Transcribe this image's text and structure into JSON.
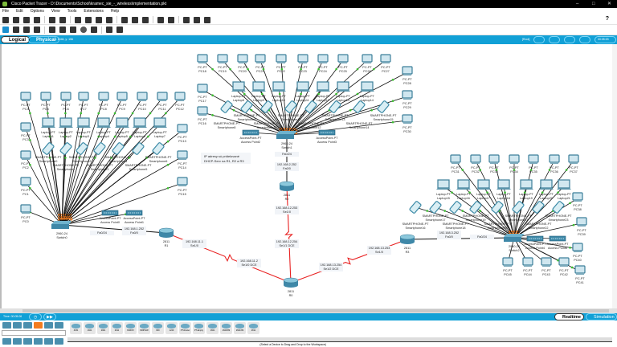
{
  "window": {
    "title": "Cisco Packet Tracer - D:\\Documents\\School\\kramec_sie_-_wireless\\implementation.pkt",
    "minimize": "–",
    "maximize": "□",
    "close": "✕"
  },
  "menu": [
    "File",
    "Edit",
    "Options",
    "View",
    "Tools",
    "Extensions",
    "Help"
  ],
  "toolbar1_icons": [
    "new-icon",
    "open-icon",
    "save-icon",
    "print-icon",
    "info-icon",
    "wizard-icon",
    "network-info-icon",
    "copy-icon",
    "paste-icon",
    "undo-icon",
    "redo-icon",
    "zoom-in-icon",
    "zoom-reset-icon",
    "zoom-out-icon",
    "drawing-palette-icon",
    "custom-device-icon",
    "viewport-icon",
    "image-icon"
  ],
  "toolbar2_icons": [
    "select-icon",
    "inspect-icon",
    "delete-icon",
    "resize-icon",
    "note-icon",
    "line-icon",
    "rectangle-icon",
    "ellipse-icon",
    "freeform-icon",
    "add-simple-pdu-icon",
    "add-complex-pdu-icon"
  ],
  "help": "?",
  "modebar": {
    "logical": "Logical",
    "physical": "Physical",
    "coords": "x: 1046, y: 156",
    "root": "[Root]",
    "clock": "00:05:03"
  },
  "note": [
    "IP adresy sú pridelované",
    "DHCP-Serv na R1, R2 a R3"
  ],
  "devices": [
    {
      "model": "2960-24",
      "name": "Switch0",
      "type": "switch"
    },
    {
      "model": "2960-24",
      "name": "Switch1",
      "type": "switch"
    },
    {
      "model": "2960-24",
      "name": "Switch2",
      "type": "switch"
    },
    {
      "model": "2811",
      "name": "R0",
      "type": "router"
    },
    {
      "model": "2811",
      "name": "R1",
      "type": "router"
    },
    {
      "model": "2811",
      "name": "R2",
      "type": "router"
    },
    {
      "model": "2811",
      "name": "R3",
      "type": "router"
    }
  ],
  "pcs": [
    "PC0",
    "PC1",
    "PC2",
    "PC3",
    "PC4",
    "PC5",
    "PC6",
    "PC7",
    "PC8",
    "PC9",
    "PC10",
    "PC11",
    "PC12",
    "PC13",
    "PC14",
    "PC15",
    "PC16",
    "PC17",
    "PC18",
    "PC19",
    "PC20",
    "PC21",
    "PC22",
    "PC23",
    "PC24",
    "PC25",
    "PC26",
    "PC27",
    "PC28",
    "PC29",
    "PC30",
    "PC31",
    "PC32",
    "PC33",
    "PC34",
    "PC35",
    "PC36",
    "PC37",
    "PC38",
    "PC39",
    "PC40",
    "PC41",
    "PC42",
    "PC43",
    "PC44",
    "PC45"
  ],
  "laptops": [
    "Laptop1",
    "Laptop2",
    "Laptop3",
    "Laptop4",
    "Laptop5",
    "Laptop6",
    "Laptop7",
    "Laptop8",
    "Laptop9",
    "Laptop10",
    "Laptop11",
    "Laptop12",
    "Laptop13",
    "Laptop14",
    "Laptop15",
    "Laptop16",
    "Laptop17",
    "Laptop18",
    "Laptop19",
    "Laptop20",
    "Laptop21"
  ],
  "smartphones": [
    "Smartphone0",
    "Smartphone1",
    "Smartphone2",
    "Smartphone3",
    "Smartphone4",
    "Smartphone5",
    "Smartphone6",
    "Smartphone8",
    "Smartphone9",
    "Smartphone10",
    "Smartphone11",
    "Smartphone12",
    "Smartphone13",
    "Smartphone14",
    "Smartphone15",
    "Smartphone16",
    "Smartphone17",
    "Smartphone18",
    "Smartphone19",
    "Smartphone20",
    "Smartphone21",
    "Smartphone22",
    "Smartphone23"
  ],
  "access_points": [
    "Access Point0",
    "Access Point1",
    "Access Point2",
    "Access Point3",
    "Access Point4",
    "Access Point5"
  ],
  "type_models": {
    "pc": "PC-PT",
    "laptop": "Laptop-PT",
    "smartphone": "SMARTPHONE-PT",
    "ap": "AccessPoint-PT"
  },
  "link_labels": [
    {
      "id": "s0",
      "lines": [
        "Fa0/24"
      ]
    },
    {
      "id": "r1fa",
      "lines": [
        "192.168.1.252",
        "Fa0/0"
      ]
    },
    {
      "id": "r1se",
      "lines": [
        "192.168.11.1",
        "Se1/0"
      ]
    },
    {
      "id": "r0se0",
      "lines": [
        "192.168.11.2",
        "Se1/0 DCE"
      ]
    },
    {
      "id": "s1",
      "lines": [
        "Fa0/24"
      ]
    },
    {
      "id": "r2fa",
      "lines": [
        "192.168.2.252",
        "Fa0/0"
      ]
    },
    {
      "id": "r2se",
      "lines": [
        "192.168.12.253",
        "Se1/0"
      ]
    },
    {
      "id": "r0se1",
      "lines": [
        "192.168.12.254",
        "Se1/1 DCE"
      ]
    },
    {
      "id": "r0se2",
      "lines": [
        "192.168.13.254",
        "Se1/2 DCE"
      ]
    },
    {
      "id": "r3se",
      "lines": [
        "192.168.13.253",
        "Se1/0"
      ]
    },
    {
      "id": "r3fa",
      "lines": [
        "192.168.3.252",
        "Fa0/0"
      ]
    },
    {
      "id": "s2",
      "lines": [
        "Fa0/24"
      ]
    }
  ],
  "bottom": {
    "time": "Time: 00:05:06",
    "realtime": "Realtime",
    "simulation": "Simulation",
    "categories": [
      "network-devices-icon",
      "end-devices-icon",
      "components-icon",
      "connections-icon",
      "misc-icon",
      "multiuser-icon"
    ],
    "subcategories": [
      "routers-icon",
      "switches-icon",
      "hubs-icon",
      "wireless-icon",
      "security-icon",
      "wan-emulation-icon"
    ],
    "models": [
      "4331",
      "1941",
      "2901",
      "2911",
      "819IOX",
      "819HGW",
      "829",
      "1240",
      "PT-Router",
      "PT-Empty",
      "1841",
      "2620XM",
      "2621XM",
      "2811"
    ],
    "status": "(Select a Device to Drag and Drop to the Workspace)"
  }
}
